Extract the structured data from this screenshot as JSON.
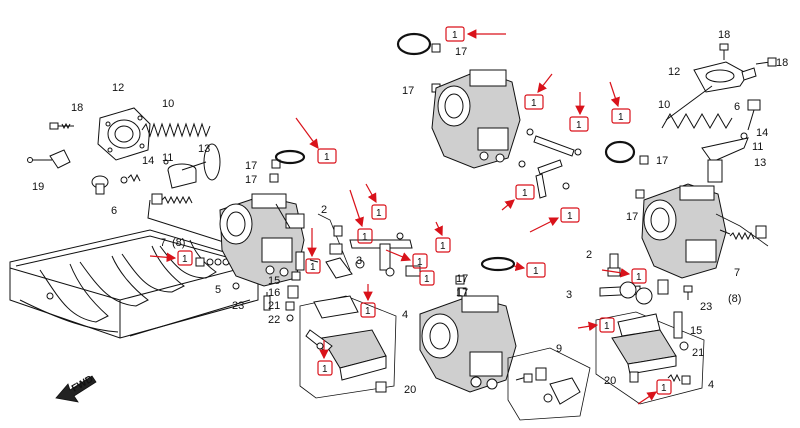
{
  "diagram_labels": [
    "18",
    "12",
    "10",
    "19",
    "6",
    "14",
    "11",
    "13",
    "7",
    "(8)",
    "5",
    "23",
    "21",
    "22",
    "15",
    "16",
    "17",
    "17",
    "2",
    "3",
    "4",
    "20",
    "9",
    "17",
    "17",
    "17",
    "17",
    "17",
    "18",
    "12",
    "18",
    "10",
    "6",
    "14",
    "11",
    "13",
    "17",
    "2",
    "3",
    "7",
    "(8)",
    "23",
    "15",
    "21",
    "20",
    "4",
    "17"
  ],
  "highlight_labels": [
    "1",
    "1",
    "1",
    "1",
    "1",
    "1",
    "1",
    "1",
    "1",
    "1",
    "1",
    "1",
    "1",
    "1",
    "1",
    "1",
    "1",
    "1",
    "1",
    "1"
  ],
  "fwd_label": "FWD",
  "colors": {
    "line": "#111111",
    "highlight": "#d9121a",
    "paper": "#ffffff"
  }
}
